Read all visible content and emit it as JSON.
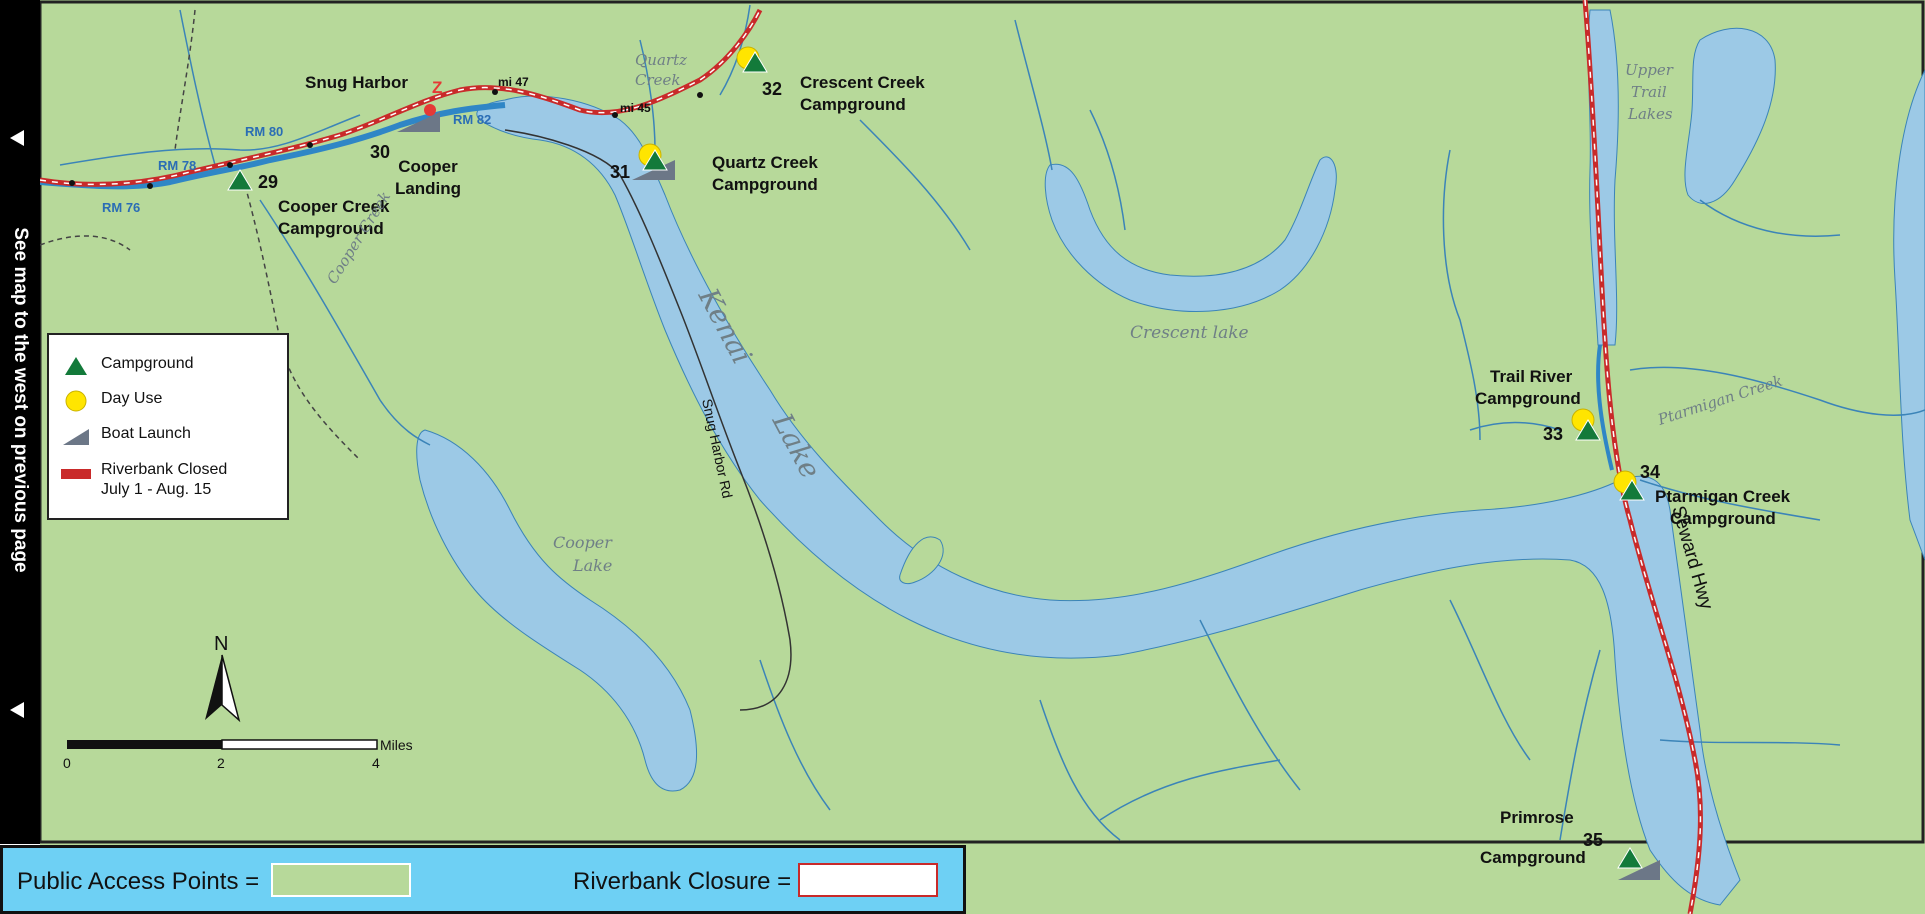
{
  "sidebar": {
    "text": "See map to the west on previous page"
  },
  "legend": {
    "campground": "Campground",
    "day_use": "Day Use",
    "boat_launch": "Boat Launch",
    "riverbank_line1": "Riverbank Closed",
    "riverbank_line2": "July 1 - Aug. 15"
  },
  "places": {
    "snug_harbor": "Snug Harbor",
    "z": "Z",
    "cooper_landing_1": "Cooper",
    "cooper_landing_2": "Landing",
    "cooper_creek_cg_1": "Cooper Creek",
    "cooper_creek_cg_2": "Campground",
    "crescent_creek_cg_1": "Crescent Creek",
    "crescent_creek_cg_2": "Campground",
    "quartz_creek_cg_1": "Quartz Creek",
    "quartz_creek_cg_2": "Campground",
    "trail_river_cg_1": "Trail River",
    "trail_river_cg_2": "Campground",
    "ptarmigan_creek_cg_1": "Ptarmigan Creek",
    "ptarmigan_creek_cg_2": "Campground",
    "primrose_cg_1": "Primrose",
    "primrose_cg_2": "Campground",
    "snug_harbor_rd": "Snug Harbor Rd",
    "seward_hwy": "Seward Hwy"
  },
  "water_labels": {
    "quartz_1": "Quartz",
    "quartz_2": "Creek",
    "kenai": "Kenai",
    "lake": "Lake",
    "crescent_lake": "Crescent lake",
    "cooper_creek": "Cooper Creek",
    "cooper_lake_1": "Cooper",
    "cooper_lake_2": "Lake",
    "upper_trail_1": "Upper",
    "upper_trail_2": "Trail",
    "upper_trail_3": "Lakes",
    "ptarmigan_creek": "Ptarmigan Creek"
  },
  "site_numbers": {
    "n29": "29",
    "n30": "30",
    "n31": "31",
    "n32": "32",
    "n33": "33",
    "n34": "34",
    "n35": "35"
  },
  "river_miles": {
    "rm76": "RM 76",
    "rm78": "RM 78",
    "rm80": "RM 80",
    "rm82": "RM 82"
  },
  "mile_markers": {
    "mi45": "mi 45",
    "mi47": "mi 47"
  },
  "compass": {
    "north": "N"
  },
  "scale": {
    "unit": "Miles",
    "t0": "0",
    "t2": "2",
    "t4": "4"
  },
  "bottom_bar": {
    "public_access": "Public Access Points =",
    "riverbank_closure": "Riverbank Closure ="
  },
  "colors": {
    "land": "#b7d99a",
    "water": "#9cc9e6",
    "river": "#2f86c6",
    "closure": "#c92a2a",
    "campground": "#137a3a",
    "day_use": "#ffe500",
    "boat_launch": "#6c7787",
    "bottom_bar": "#6ed0f4"
  }
}
